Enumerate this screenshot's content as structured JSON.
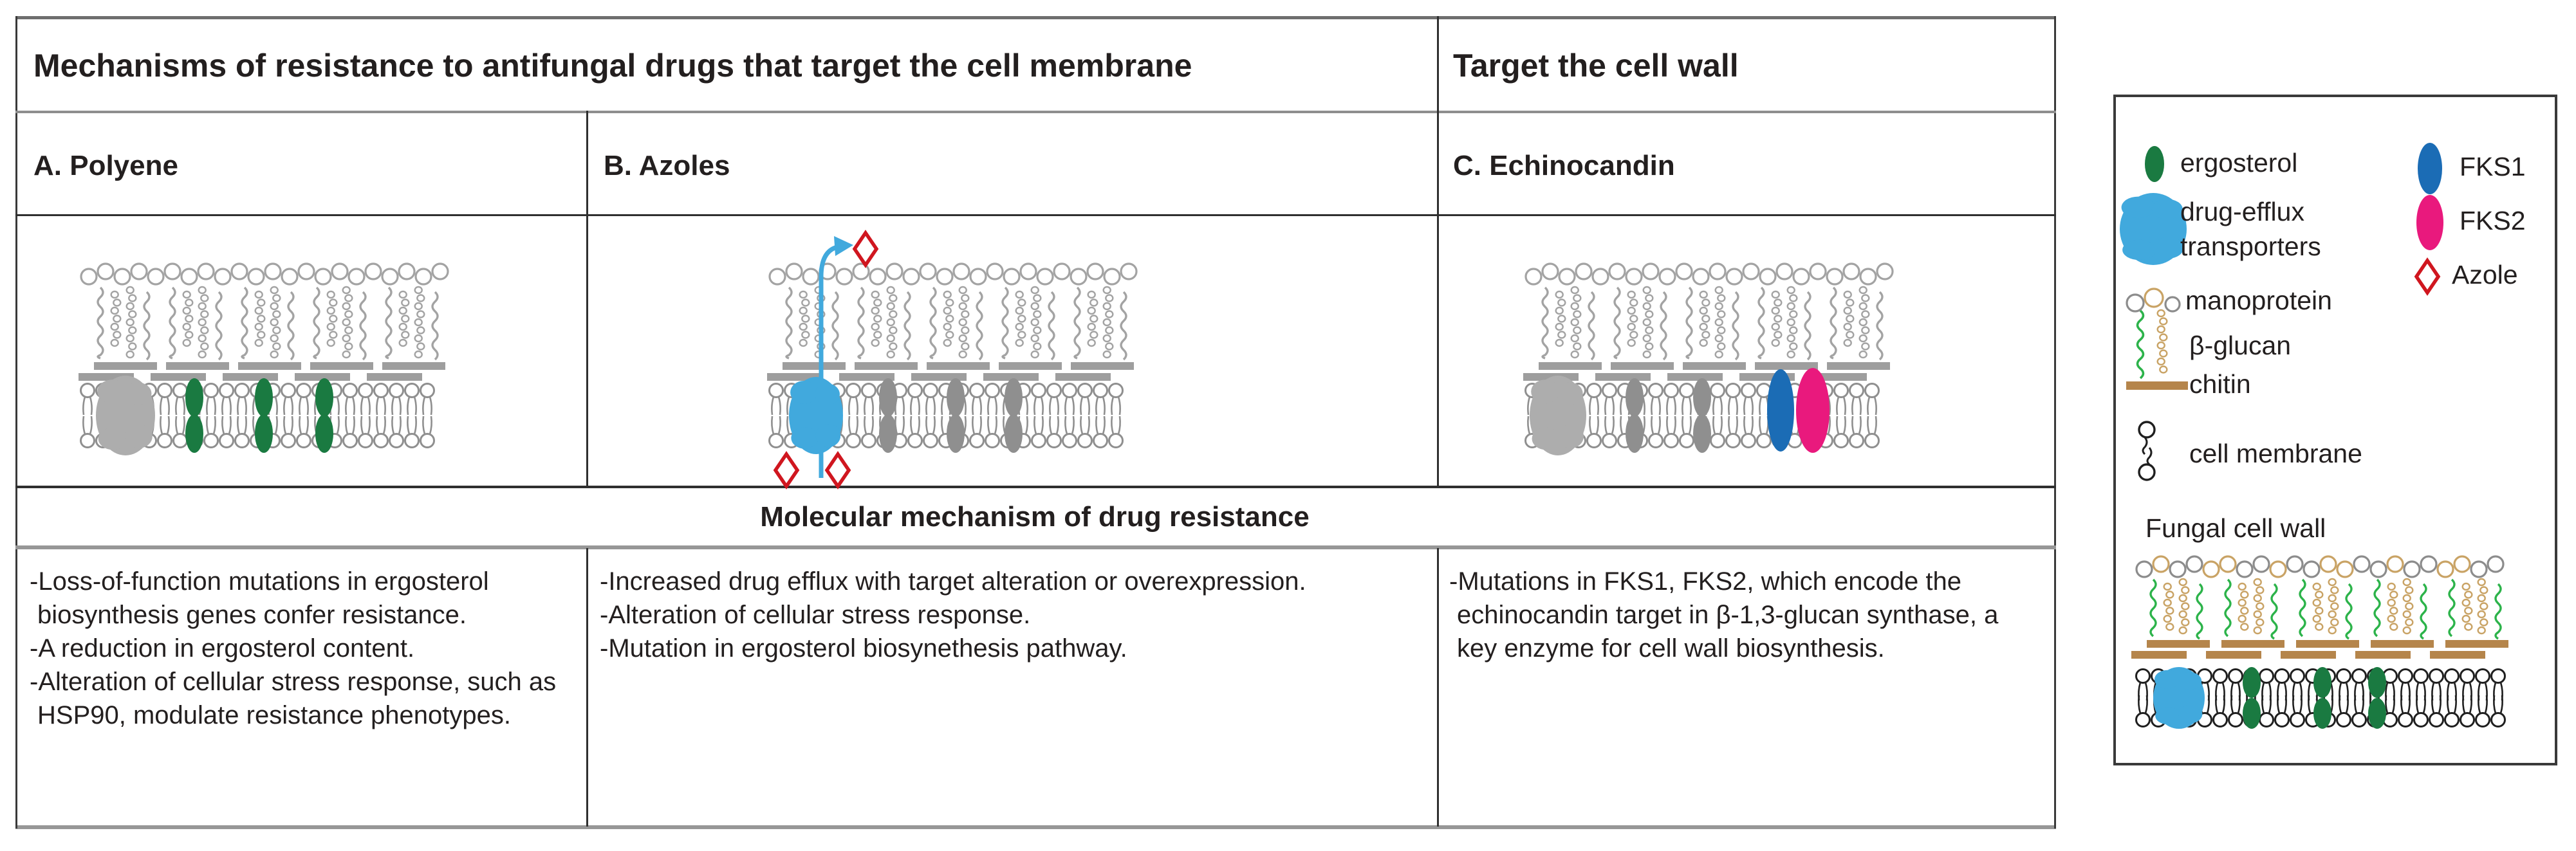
{
  "table": {
    "header": {
      "membrane_title": "Mechanisms of resistance to antifungal drugs that target the cell membrane",
      "wall_title": "Target the cell wall"
    },
    "panels": [
      {
        "label": "A. Polyene"
      },
      {
        "label": "B. Azoles"
      },
      {
        "label": "C. Echinocandin"
      }
    ],
    "mechanism_header": "Molecular mechanism of drug resistance",
    "mechanisms": {
      "polyene": [
        "-Loss-of-function mutations in ergosterol biosynthesis genes confer resistance.",
        "-A reduction in ergosterol content.",
        "-Alteration of cellular stress response, such as HSP90, modulate resistance phenotypes."
      ],
      "azoles": [
        "-Increased drug efflux with target alteration or overexpression.",
        "-Alteration of cellular stress response.",
        "-Mutation in ergosterol biosynethesis pathway."
      ],
      "echinocandin": [
        "-Mutations in FKS1, FKS2, which encode the echinocandin target in β-1,3-glucan synthase, a key enzyme for cell wall biosynthesis."
      ]
    }
  },
  "legend": {
    "ergosterol": "ergosterol",
    "efflux_line1": "drug-efflux",
    "efflux_line2": "transporters",
    "fks1": "FKS1",
    "fks2": "FKS2",
    "azole": "Azole",
    "manoprotein": "manoprotein",
    "beta_glucan": "β-glucan",
    "chitin": "chitin",
    "cell_membrane": "cell membrane",
    "fungal_cell_wall": "Fungal cell wall"
  },
  "colors": {
    "ergosterol_green": "#1a7a41",
    "efflux_blue": "#41a9dd",
    "fks1_blue": "#1b6cb5",
    "fks2_pink": "#e9197d",
    "azole_red": "#d0161f",
    "chitin_brown": "#b5854b",
    "glucan_green": "#2cb34a",
    "mano_tan": "#c9a365",
    "mano_gray": "#8c8c8c",
    "panel_gray": "#a3a3a3",
    "chitin_gray": "#9e9e9e",
    "lipid_gray": "#8f8f8f",
    "blob_gray": "#adadad",
    "oval_gray": "#8f8f8f",
    "lipid_black": "#1f1f1f",
    "border_dark": "#3a3a3a",
    "border_gray": "#979797"
  }
}
